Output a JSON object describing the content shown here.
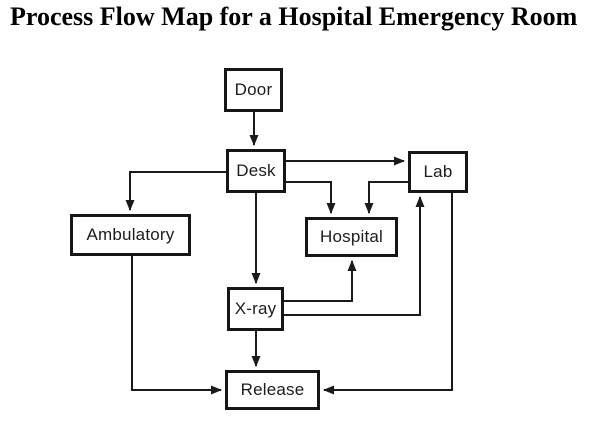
{
  "title": "Process Flow Map for a Hospital Emergency Room",
  "nodes": {
    "door": {
      "label": "Door"
    },
    "desk": {
      "label": "Desk"
    },
    "lab": {
      "label": "Lab"
    },
    "ambulatory": {
      "label": "Ambulatory"
    },
    "hospital": {
      "label": "Hospital"
    },
    "xray": {
      "label": "X-ray"
    },
    "release": {
      "label": "Release"
    }
  },
  "edges": [
    {
      "from": "door",
      "to": "desk"
    },
    {
      "from": "desk",
      "to": "lab"
    },
    {
      "from": "desk",
      "to": "ambulatory"
    },
    {
      "from": "desk",
      "to": "hospital"
    },
    {
      "from": "lab",
      "to": "hospital"
    },
    {
      "from": "desk",
      "to": "xray"
    },
    {
      "from": "xray",
      "to": "hospital"
    },
    {
      "from": "xray",
      "to": "lab"
    },
    {
      "from": "xray",
      "to": "release"
    },
    {
      "from": "ambulatory",
      "to": "release"
    },
    {
      "from": "lab",
      "to": "release"
    }
  ],
  "colors": {
    "background": "#ffffff",
    "line": "#1a1a1a",
    "box_border": "#161616",
    "text": "#1c1c1c"
  }
}
